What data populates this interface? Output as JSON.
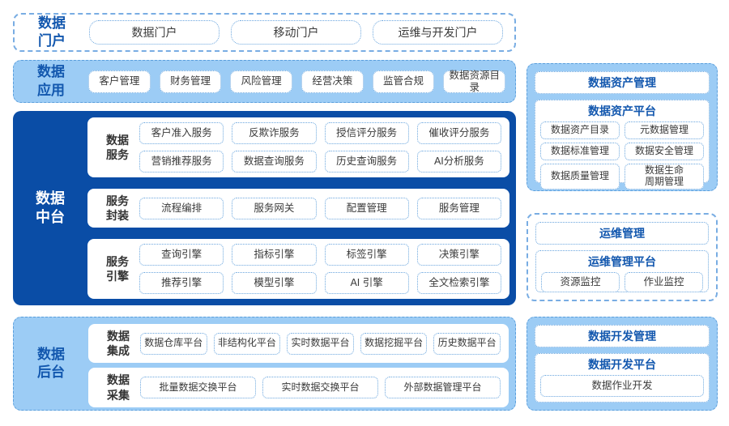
{
  "colors": {
    "primary_dark_blue": "#0A4DA6",
    "panel_light_blue": "#9CCCF5",
    "heading_blue": "#1257AE",
    "pill_border_blue": "#6BA6DE",
    "section_border_blue": "#5B9FDC",
    "item_text": "#3A3A3A"
  },
  "portal": {
    "label": "数据\n门户",
    "items": [
      "数据门户",
      "移动门户",
      "运维与开发门户"
    ]
  },
  "apps": {
    "label": "数据\n应用",
    "items": [
      "客户管理",
      "财务管理",
      "风险管理",
      "经营决策",
      "监管合规",
      "数据资源目录"
    ]
  },
  "middle": {
    "label": "数据\n中台",
    "groups": [
      {
        "label": "数据\n服务",
        "items": [
          "客户准入服务",
          "反欺诈服务",
          "授信评分服务",
          "催收评分服务",
          "营销推荐服务",
          "数据查询服务",
          "历史查询服务",
          "AI分析服务"
        ]
      },
      {
        "label": "服务\n封装",
        "items": [
          "流程编排",
          "服务网关",
          "配置管理",
          "服务管理"
        ]
      },
      {
        "label": "服务\n引擎",
        "items": [
          "查询引擎",
          "指标引擎",
          "标签引擎",
          "决策引擎",
          "推荐引擎",
          "模型引擎",
          "AI 引擎",
          "全文检索引擎"
        ]
      }
    ]
  },
  "backend": {
    "label": "数据\n后台",
    "groups": [
      {
        "label": "数据\n集成",
        "items": [
          "数据仓库平台",
          "非结构化平台",
          "实时数据平台",
          "数据挖掘平台",
          "历史数据平台"
        ]
      },
      {
        "label": "数据\n采集",
        "items": [
          "批量数据交换平台",
          "实时数据交换平台",
          "外部数据管理平台"
        ]
      }
    ]
  },
  "right": {
    "asset": {
      "header": "数据资产管理",
      "platform": {
        "title": "数据资产平台",
        "items": [
          "数据资产目录",
          "元数据管理",
          "数据标准管理",
          "数据安全管理",
          "数据质量管理",
          "数据生命\n周期管理"
        ]
      }
    },
    "ops": {
      "header": "运维管理",
      "platform": {
        "title": "运维管理平台",
        "items": [
          "资源监控",
          "作业监控"
        ]
      }
    },
    "dev": {
      "header": "数据开发管理",
      "platform": {
        "title": "数据开发平台",
        "items": [
          "数据作业开发"
        ]
      }
    }
  }
}
